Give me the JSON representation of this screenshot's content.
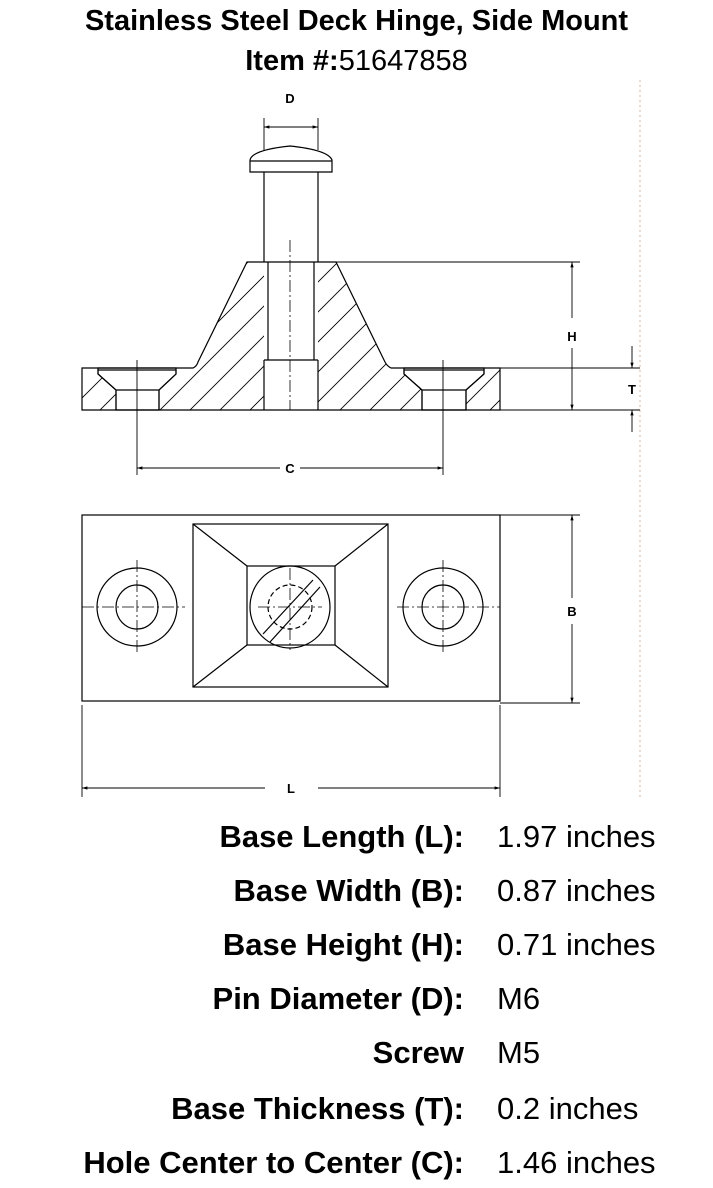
{
  "title": {
    "line1": "Stainless Steel Deck Hinge, Side Mount",
    "item_label": "Item #:",
    "item_number": "51647858"
  },
  "drawing": {
    "labels": {
      "D": "D",
      "H": "H",
      "T": "T",
      "C": "C",
      "B": "B",
      "L": "L"
    }
  },
  "specs": [
    {
      "label": "Base Length (L):",
      "value": "1.97 inches"
    },
    {
      "label": "Base Width (B):",
      "value": "0.87 inches"
    },
    {
      "label": "Base Height (H):",
      "value": "0.71 inches"
    },
    {
      "label": "Pin Diameter (D):",
      "value": "M6"
    },
    {
      "label": "Screw",
      "value": "M5"
    },
    {
      "label": "Base Thickness (T):",
      "value": "0.2 inches"
    },
    {
      "label": "Hole Center to Center (C):",
      "value": "1.46 inches"
    }
  ]
}
